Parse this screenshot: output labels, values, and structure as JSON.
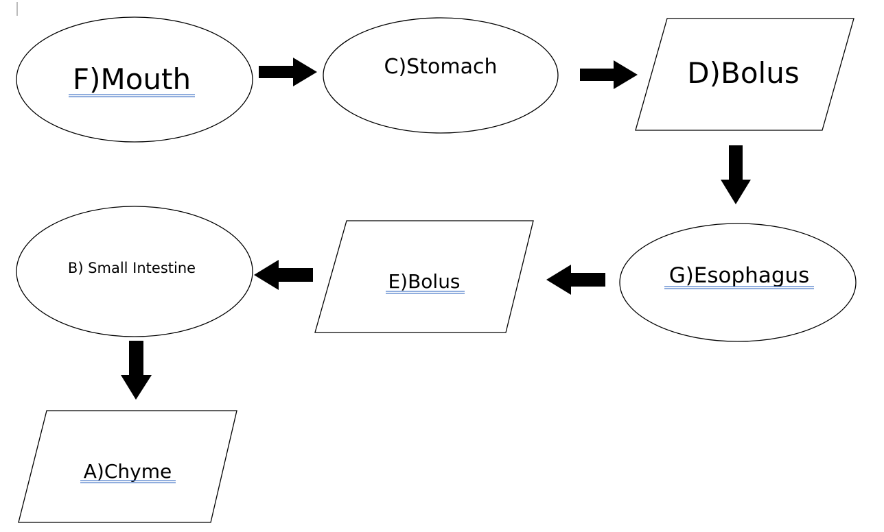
{
  "diagram": {
    "nodes": [
      {
        "id": "mouth",
        "label": "F)Mouth",
        "shape": "ellipse",
        "proofing_underline": true
      },
      {
        "id": "stomach",
        "label": "C)Stomach",
        "shape": "ellipse",
        "proofing_underline": false
      },
      {
        "id": "bolus-top",
        "label": "D)Bolus",
        "shape": "parallelogram",
        "proofing_underline": false
      },
      {
        "id": "esophagus",
        "label": "G)Esophagus",
        "shape": "ellipse",
        "proofing_underline": true
      },
      {
        "id": "bolus-mid",
        "label": "E)Bolus",
        "shape": "parallelogram",
        "proofing_underline": true
      },
      {
        "id": "small-intestine",
        "label": "B) Small Intestine",
        "shape": "ellipse",
        "proofing_underline": false
      },
      {
        "id": "chyme",
        "label": "A)Chyme",
        "shape": "parallelogram",
        "proofing_underline": true
      }
    ],
    "edges": [
      {
        "from": "mouth",
        "to": "stomach",
        "direction": "right"
      },
      {
        "from": "stomach",
        "to": "bolus-top",
        "direction": "right"
      },
      {
        "from": "bolus-top",
        "to": "esophagus",
        "direction": "down"
      },
      {
        "from": "esophagus",
        "to": "bolus-mid",
        "direction": "left"
      },
      {
        "from": "bolus-mid",
        "to": "small-intestine",
        "direction": "left"
      },
      {
        "from": "small-intestine",
        "to": "chyme",
        "direction": "down"
      }
    ],
    "colors": {
      "stroke": "#000000",
      "fill": "#ffffff",
      "arrow": "#000000",
      "proofing_underline": "#4f7ec9"
    }
  }
}
